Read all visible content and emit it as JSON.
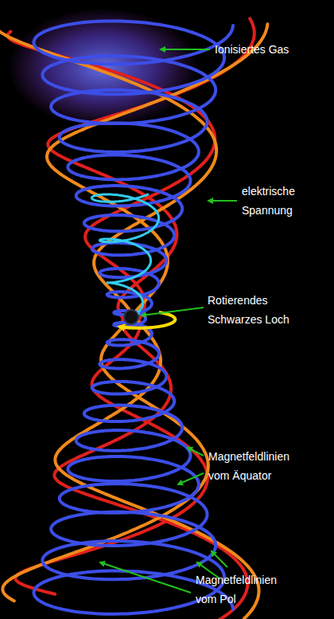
{
  "diagram": {
    "labels": [
      "Ionisiertes Gas",
      "elektrische Spannung",
      "Rotierendes Schwarzes Loch",
      "Magnetfeldlinien vom Äquator",
      "Magnetfeldlinien vom Pol"
    ]
  }
}
